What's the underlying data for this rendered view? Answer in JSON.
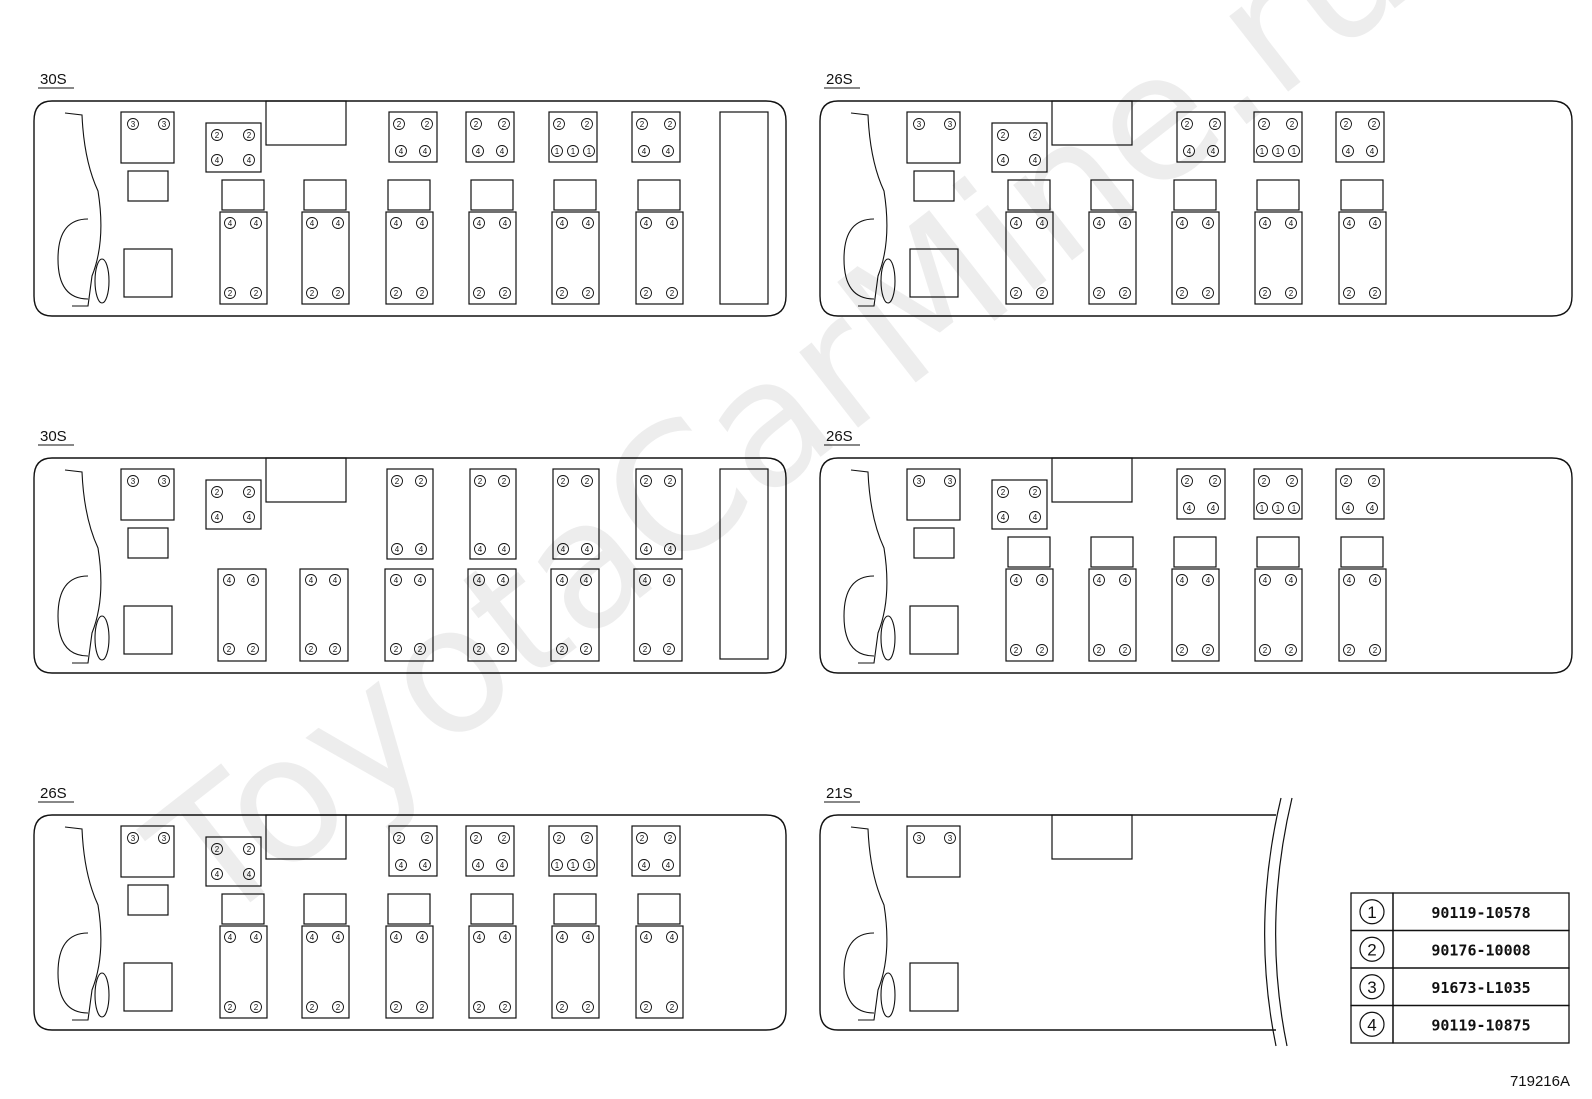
{
  "layouts": [
    {
      "label": "30S",
      "seats": 30,
      "variant": "bench"
    },
    {
      "label": "26S",
      "seats": 26,
      "variant": "bench"
    },
    {
      "label": "30S",
      "seats": 30,
      "variant": "split"
    },
    {
      "label": "26S",
      "seats": 26,
      "variant": "bench"
    },
    {
      "label": "26S",
      "seats": 26,
      "variant": "bench"
    },
    {
      "label": "21S",
      "seats": 21,
      "variant": "partial"
    }
  ],
  "legend": [
    {
      "num": "1",
      "part": "90119-10578"
    },
    {
      "num": "2",
      "part": "90176-10008"
    },
    {
      "num": "3",
      "part": "91673-L1035"
    },
    {
      "num": "4",
      "part": "90119-10875"
    }
  ],
  "figure_id": "719216A",
  "watermark": "ToyotaCarMine.ru",
  "colors": {
    "line": "#111111",
    "background": "#ffffff"
  }
}
